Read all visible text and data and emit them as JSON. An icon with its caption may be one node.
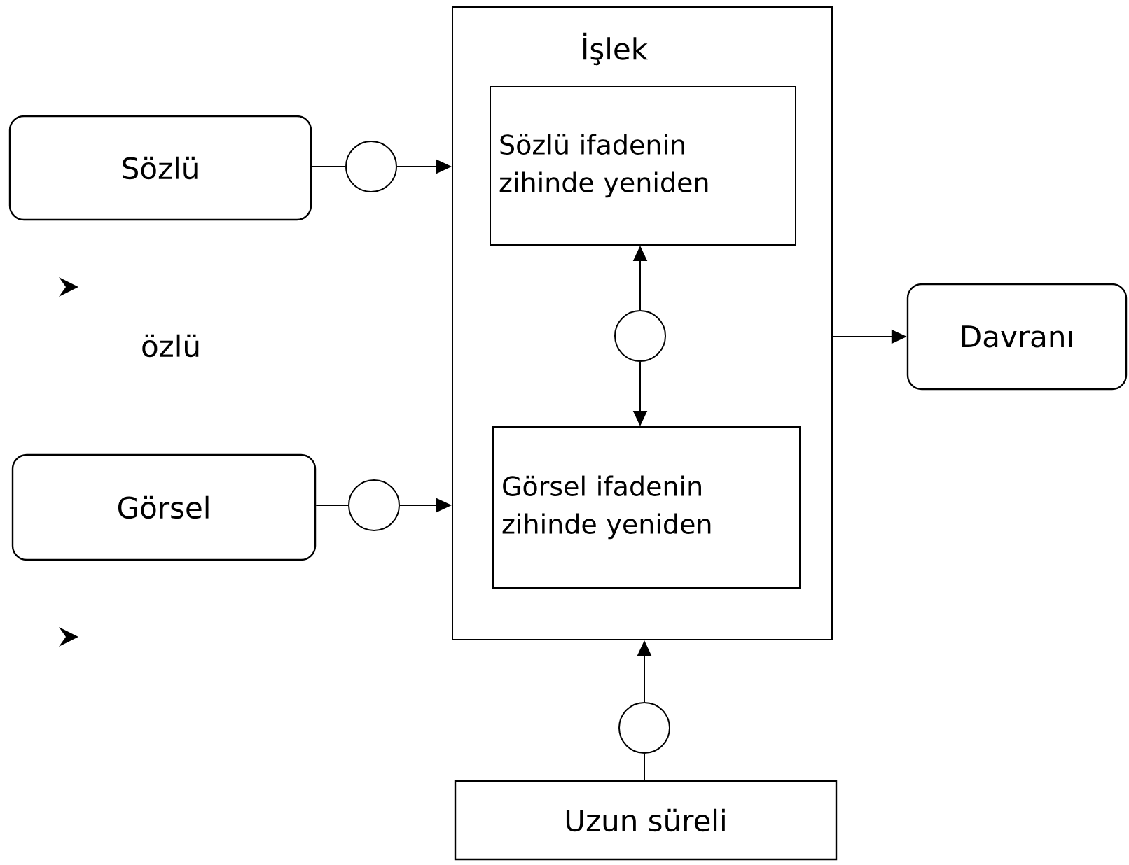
{
  "diagram": {
    "nodes": [
      {
        "text": [
          "İşlek"
        ]
      },
      {
        "text": [
          "Sözlü ifadenin zihinde yeniden"
        ],
        "in": 0
      },
      {
        "text": [
          "Görsel ifadenin zihinde yeniden"
        ],
        "in": 0
      },
      {
        "text": [
          "Sözlü"
        ]
      },
      {
        "text": [
          "Görsel"
        ]
      },
      {
        "text": [],
        "shape": "circle"
      },
      {
        "text": [],
        "shape": "circle"
      },
      {
        "text": [],
        "shape": "circle",
        "in": 0
      },
      {
        "text": [],
        "shape": "circle"
      },
      {
        "text": [
          "Davranı"
        ]
      },
      {
        "text": [
          "Uzun süreli"
        ]
      }
    ],
    "edges": [
      {
        "from": 3,
        "to": 5,
        "arrow": "none"
      },
      {
        "from": 5,
        "to": 0,
        "arrow": "to"
      },
      {
        "from": 4,
        "to": 6,
        "arrow": "none"
      },
      {
        "from": 6,
        "to": 0,
        "arrow": "to"
      },
      {
        "from": 7,
        "to": 1,
        "arrow": "to"
      },
      {
        "from": 7,
        "to": 2,
        "arrow": "to"
      },
      {
        "from": 10,
        "to": 8,
        "arrow": "none"
      },
      {
        "from": 8,
        "to": 0,
        "arrow": "to"
      },
      {
        "from": 0,
        "to": 9,
        "arrow": "to"
      }
    ],
    "labels": [
      "özlü"
    ]
  }
}
